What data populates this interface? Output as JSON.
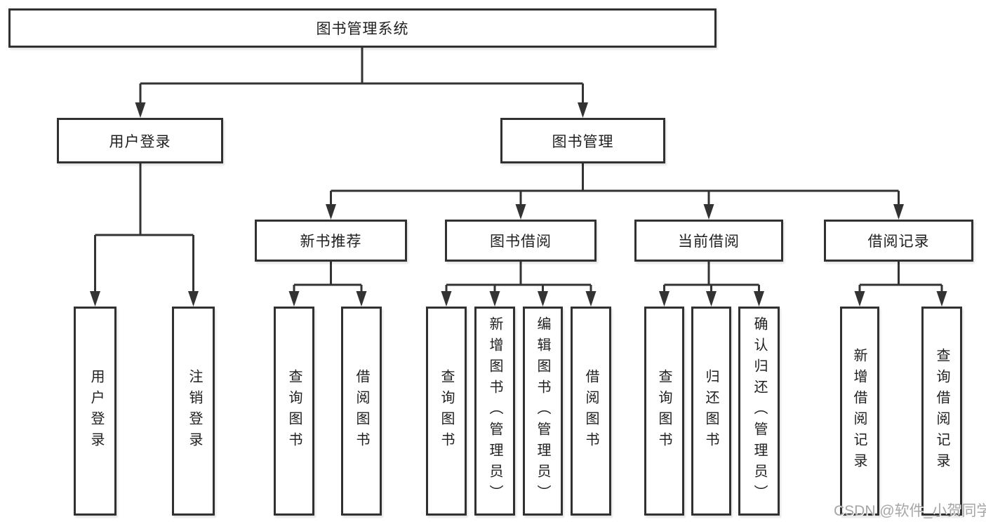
{
  "diagram": {
    "root": "图书管理系统",
    "level2": {
      "user_login": "用户登录",
      "book_management": "图书管理"
    },
    "level3": {
      "new_book_recommend": "新书推荐",
      "book_borrow": "图书借阅",
      "current_borrow": "当前借阅",
      "borrow_records": "借阅记录"
    },
    "leaves": {
      "user_login": "用户登录",
      "logout": "注销登录",
      "nb_query_books": "查询图书",
      "nb_borrow_books": "借阅图书",
      "bb_query_books": "查询图书",
      "bb_add_books": "新增图书（管理员）",
      "bb_edit_books": "编辑图书（管理员）",
      "bb_borrow_books": "借阅图书",
      "cb_query_books": "查询图书",
      "cb_return_books": "归还图书",
      "cb_confirm_return": "确认归还（管理员）",
      "br_add_record": "新增借阅记录",
      "br_query_record": "查询借阅记录"
    }
  },
  "watermark": "CSDN @软件_小贺同学",
  "colors": {
    "line": "#333333",
    "box_border": "#313131",
    "background": "#ffffff",
    "text": "#1f1f1f",
    "watermark": "#a6a6a6"
  }
}
